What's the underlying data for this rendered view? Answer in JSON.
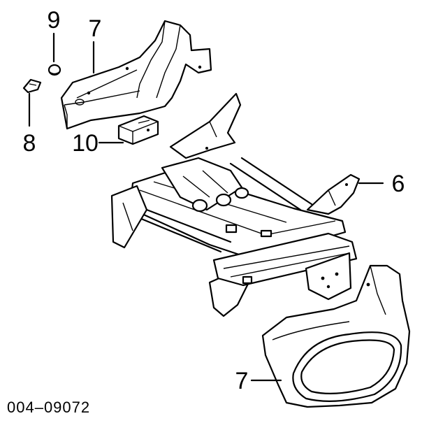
{
  "figure": {
    "drawing_number": "004–09072",
    "callouts": [
      {
        "id": "c9",
        "label": "9"
      },
      {
        "id": "c7a",
        "label": "7"
      },
      {
        "id": "c8",
        "label": "8"
      },
      {
        "id": "c10",
        "label": "10"
      },
      {
        "id": "c6",
        "label": "6"
      },
      {
        "id": "c7b",
        "label": "7"
      }
    ]
  }
}
